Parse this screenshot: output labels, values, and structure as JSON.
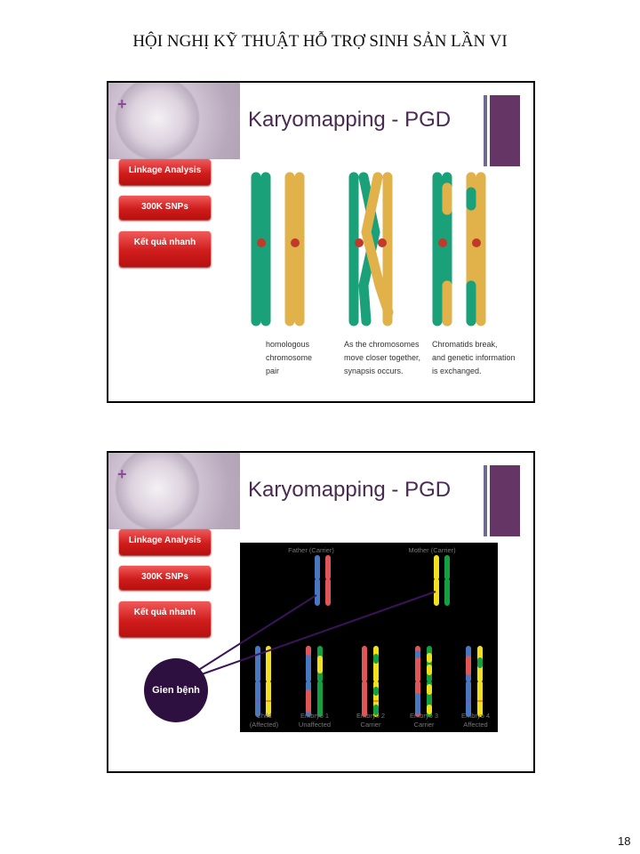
{
  "header": "HỘI NGHỊ KỸ THUẬT HỖ TRỢ SINH SẢN LẦN VI",
  "page_number": "18",
  "slides": [
    {
      "title": "Karyomapping - PGD",
      "buttons": [
        "Linkage Analysis",
        "300K SNPs",
        "Kết quả nhanh"
      ],
      "captions": [
        [
          "homologous",
          "chromosome",
          "pair"
        ],
        [
          "As the chromosomes",
          "move closer together,",
          "synapsis occurs."
        ],
        [
          "Chromatids break,",
          "and genetic information",
          "is exchanged."
        ]
      ]
    },
    {
      "title": "Karyomapping - PGD",
      "buttons": [
        "Linkage Analysis",
        "300K SNPs",
        "Kết quả nhanh"
      ],
      "callout": "Gien bệnh",
      "parents": [
        "Father (Carrier)",
        "Mother (Carrier)"
      ],
      "offspring": [
        [
          "Child",
          "(Affected)"
        ],
        [
          "Embryo 1",
          "Unaffected"
        ],
        [
          "Embryo 2",
          "Carrier"
        ],
        [
          "Embryo 3",
          "Carrier"
        ],
        [
          "Embryo 4",
          "Affected"
        ]
      ]
    }
  ]
}
